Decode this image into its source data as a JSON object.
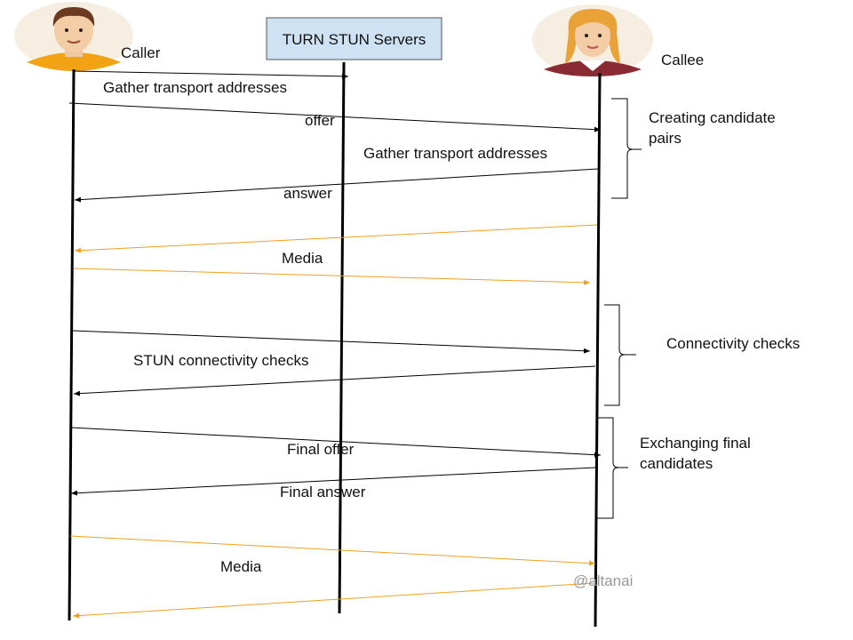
{
  "participants": {
    "caller": "Caller",
    "server": "TURN STUN Servers",
    "callee": "Callee"
  },
  "messages": {
    "gather_caller": "Gather transport addresses",
    "offer": "offer",
    "gather_callee": "Gather transport addresses",
    "answer": "answer",
    "media_1": "Media",
    "stun_checks": "STUN connectivity checks",
    "final_offer": "Final offer",
    "final_answer": "Final answer",
    "media_2": "Media"
  },
  "phases": {
    "creating_pairs": [
      "Creating candidate",
      "pairs"
    ],
    "connectivity": "Connectivity checks",
    "exchanging_final": [
      "Exchanging final",
      "candidates"
    ]
  },
  "watermark": "@altanai",
  "colors": {
    "signal": "#000000",
    "media": "#f0a020",
    "server_box_fill": "#cfe2f3",
    "server_box_stroke": "#555555"
  }
}
